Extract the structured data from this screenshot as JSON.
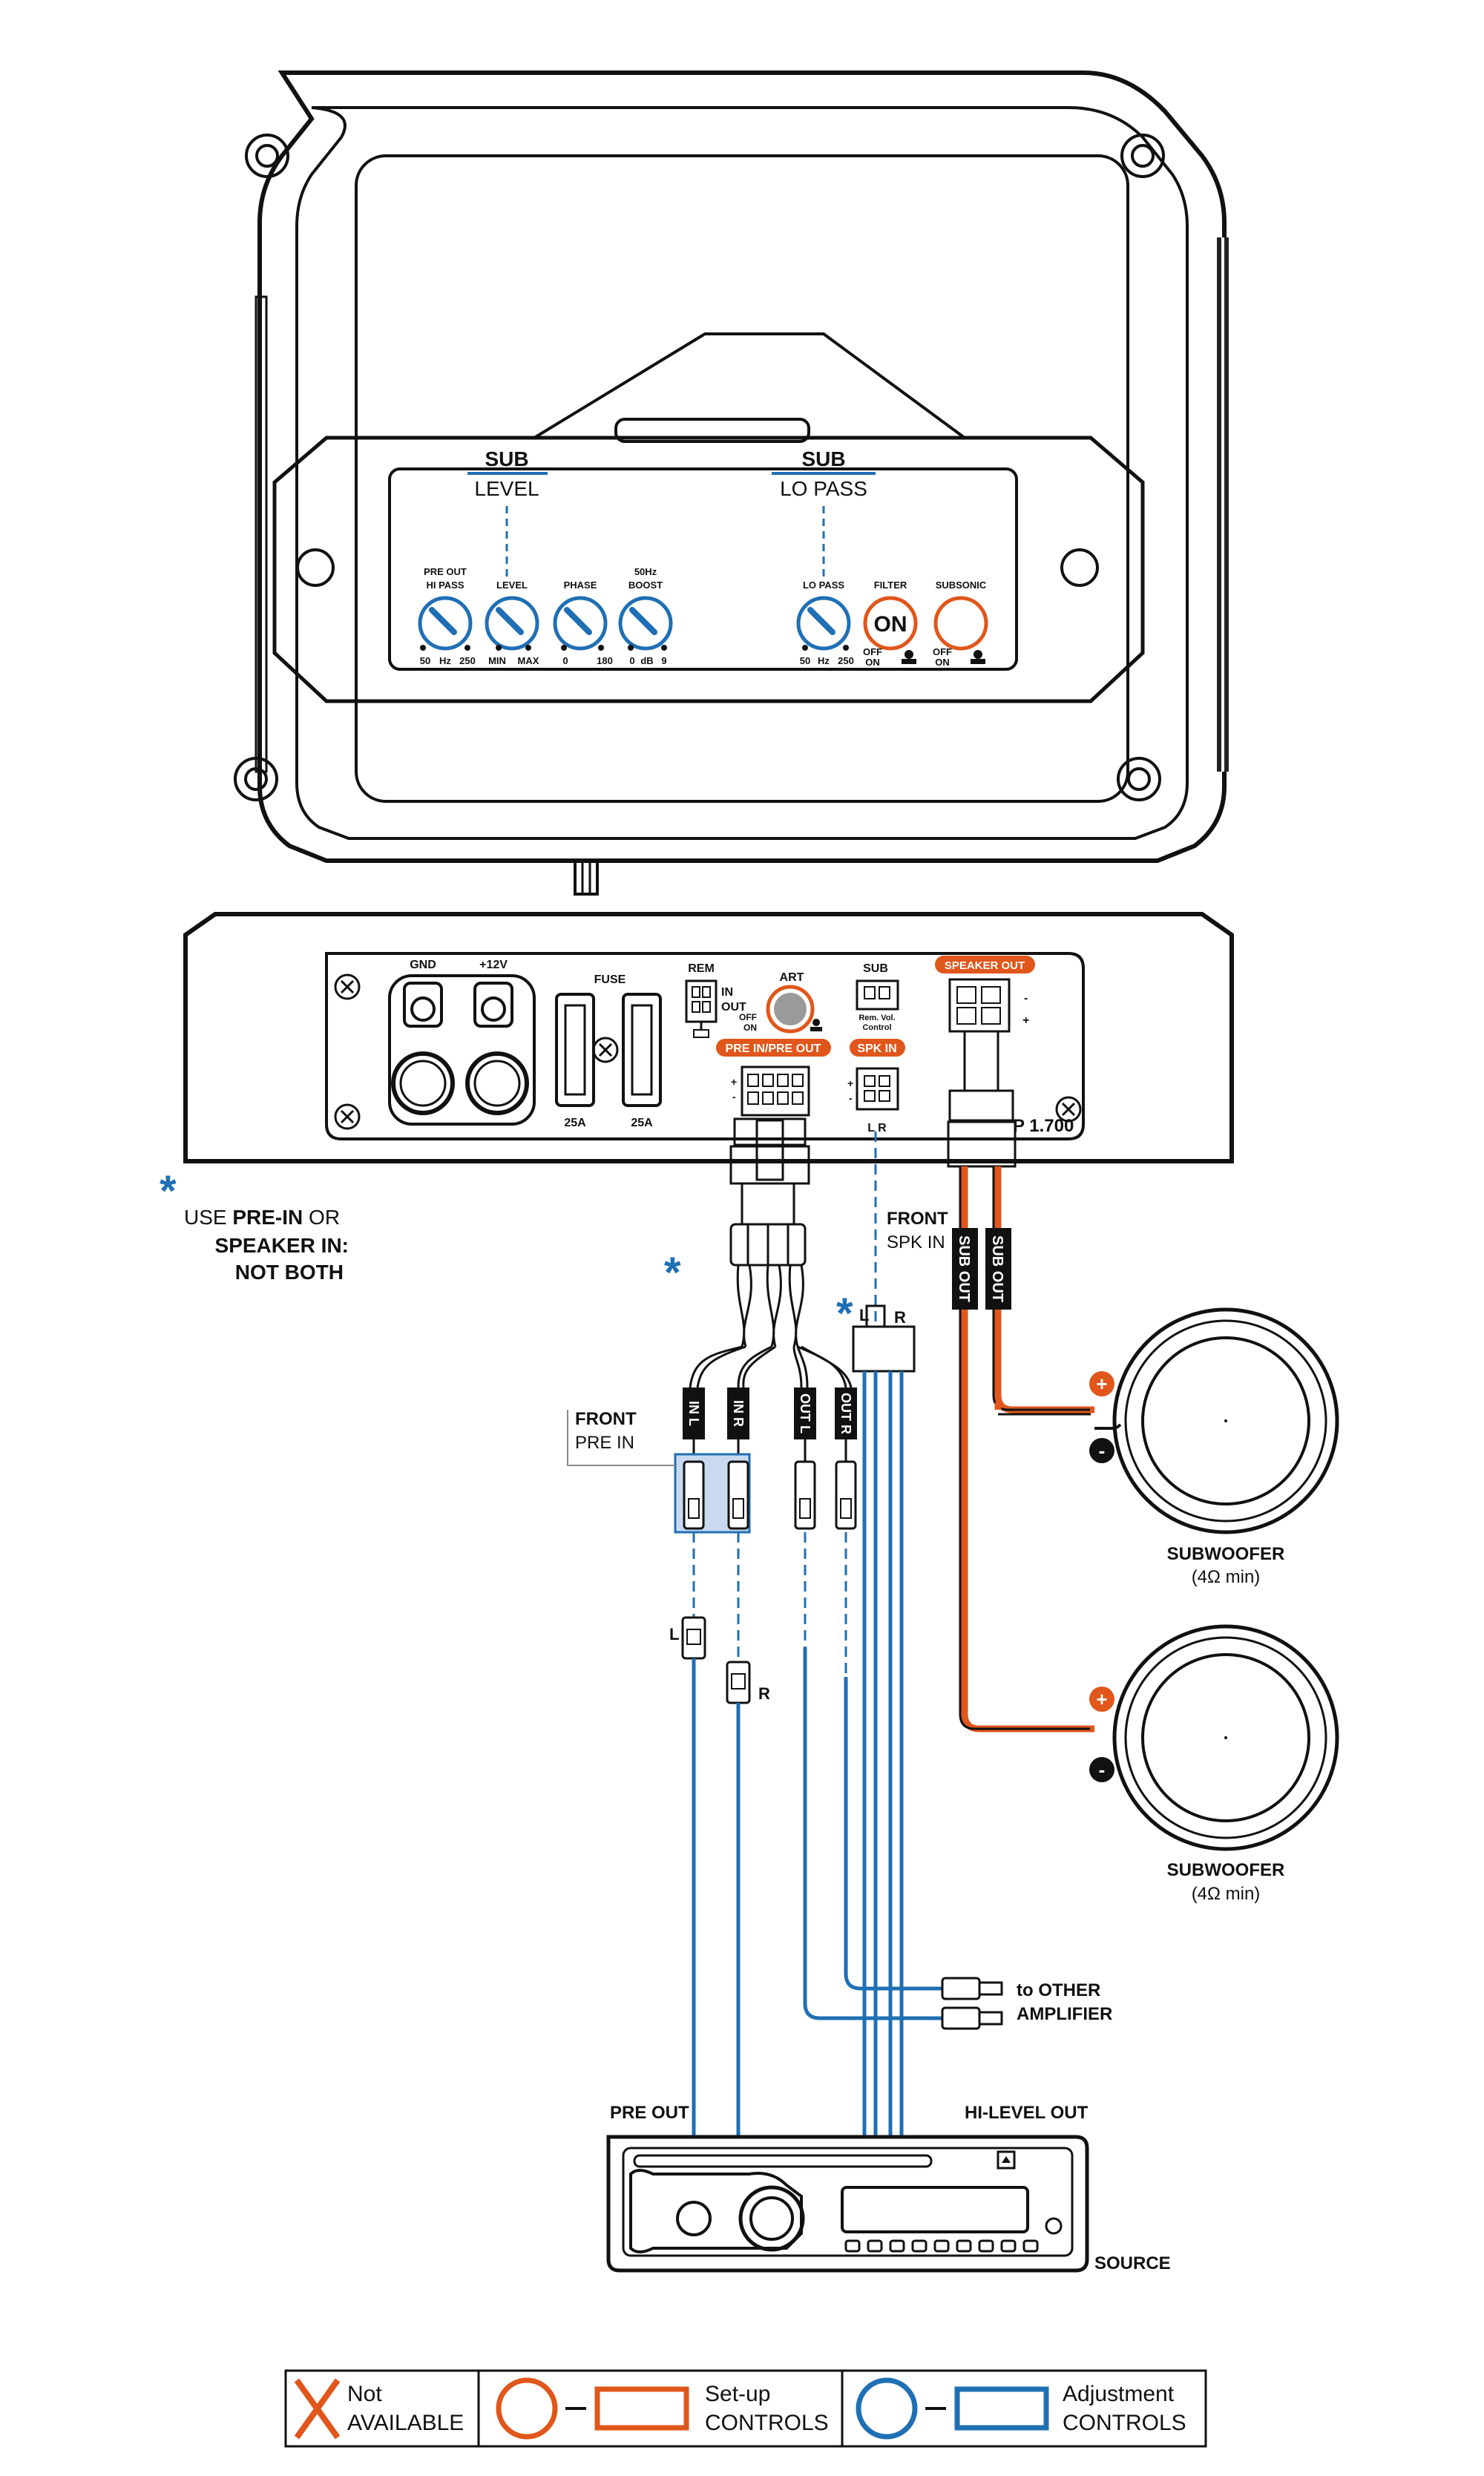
{
  "panel": {
    "sub_level_title": "SUB",
    "sub_level_sub": "LEVEL",
    "sub_lopass_title": "SUB",
    "sub_lopass_sub": "LO PASS",
    "knobs": [
      {
        "label1": "PRE OUT",
        "label2": "HI PASS",
        "scale_left": "50",
        "scale_mid": "Hz",
        "scale_right": "250"
      },
      {
        "label1": "",
        "label2": "LEVEL",
        "scale_left": "MIN",
        "scale_mid": "",
        "scale_right": "MAX"
      },
      {
        "label1": "",
        "label2": "PHASE",
        "scale_left": "0",
        "scale_mid": "",
        "scale_right": "180"
      },
      {
        "label1": "50Hz",
        "label2": "BOOST",
        "scale_left": "0",
        "scale_mid": "dB",
        "scale_right": "9"
      },
      {
        "label1": "",
        "label2": "LO PASS",
        "scale_left": "50",
        "scale_mid": "Hz",
        "scale_right": "250"
      }
    ],
    "filter_label": "FILTER",
    "filter_state": "ON",
    "filter_scale_left": "OFF",
    "filter_scale_left2": "ON",
    "subsonic_label": "SUBSONIC",
    "subsonic_scale_left": "OFF",
    "subsonic_scale_left2": "ON"
  },
  "terminals": {
    "gnd": "GND",
    "v12": "+12V",
    "fuse": "FUSE",
    "fuse1": "25A",
    "fuse2": "25A",
    "rem": "REM",
    "rem_in": "IN",
    "rem_out": "OUT",
    "art": "ART",
    "art_off": "OFF",
    "art_on": "ON",
    "pre_in_out": "PRE IN/PRE OUT",
    "sub": "SUB",
    "sub_desc1": "Rem. Vol.",
    "sub_desc2": "Control",
    "spk_in": "SPK IN",
    "spk_lr": "L   R",
    "speaker_out": "SPEAKER OUT",
    "model": "P 1.700",
    "plus": "+",
    "minus": "-"
  },
  "notes": {
    "use1": "USE ",
    "use1b": "PRE-IN",
    "use1c": " OR",
    "use2": "SPEAKER IN:",
    "use3": "NOT BOTH"
  },
  "wiring": {
    "front_spk_in_1": "FRONT",
    "front_spk_in_2": "SPK IN",
    "front_pre_in_1": "FRONT",
    "front_pre_in_2": "PRE IN",
    "in_l": "IN L",
    "in_r": "IN R",
    "out_l": "OUT L",
    "out_r": "OUT R",
    "spk_plug_l": "L",
    "spk_plug_r": "R",
    "rca_l": "L",
    "rca_r": "R",
    "sub_out_1": "SUB OUT",
    "sub_out_2": "SUB OUT",
    "to_other_1": "to OTHER",
    "to_other_2": "AMPLIFIER",
    "pre_out": "PRE OUT",
    "hi_level_out": "HI-LEVEL OUT",
    "source": "SOURCE"
  },
  "subwoofers": [
    {
      "label": "SUBWOOFER",
      "spec": "(4Ω min)"
    },
    {
      "label": "SUBWOOFER",
      "spec": "(4Ω min)"
    }
  ],
  "legend": {
    "not_available_1": "Not",
    "not_available_2": "AVAILABLE",
    "setup_1": "Set-up",
    "setup_2": "CONTROLS",
    "adjust_1": "Adjustment",
    "adjust_2": "CONTROLS"
  },
  "colors": {
    "blue": "#1f6fb5",
    "orange": "#e0561b",
    "black": "#1a1a1a"
  }
}
